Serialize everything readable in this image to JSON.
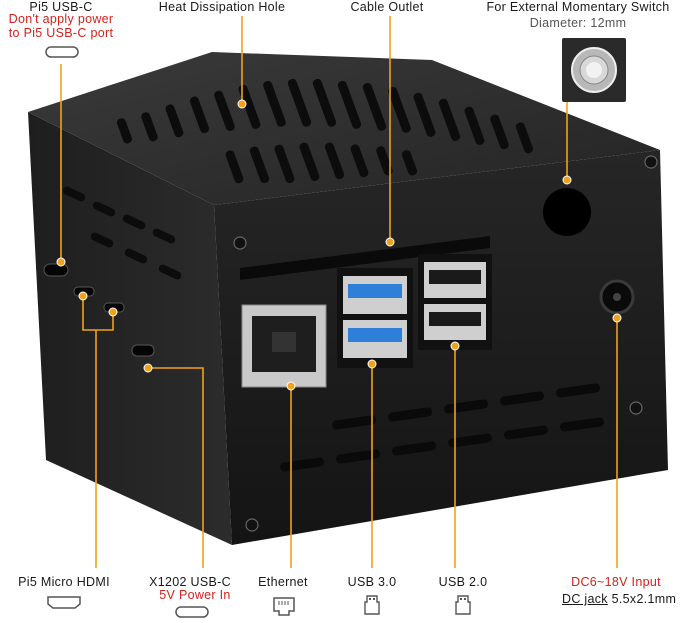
{
  "labels": {
    "pi5_usbc_title": "Pi5 USB-C",
    "pi5_usbc_warn1": "Don't apply power",
    "pi5_usbc_warn2": "to Pi5 USB-C port",
    "heat_dissipation": "Heat Dissipation Hole",
    "cable_outlet": "Cable Outlet",
    "ext_switch": "For External Momentary Switch",
    "switch_diameter": "Diameter: 12mm",
    "micro_hdmi": "Pi5 Micro HDMI",
    "x1202_usbc": "X1202 USB-C",
    "x1202_power": "5V Power In",
    "ethernet": "Ethernet",
    "usb3": "USB 3.0",
    "usb2": "USB 2.0",
    "dc_input": "DC6~18V Input",
    "dc_jack": "DC jack",
    "dc_jack_size": "5.5x2.1mm"
  },
  "colors": {
    "accent_line": "#f0a11e",
    "warning_text": "#d4211b",
    "case_body": "#1c1c1c",
    "usb3_blue": "#2d7fd8"
  }
}
